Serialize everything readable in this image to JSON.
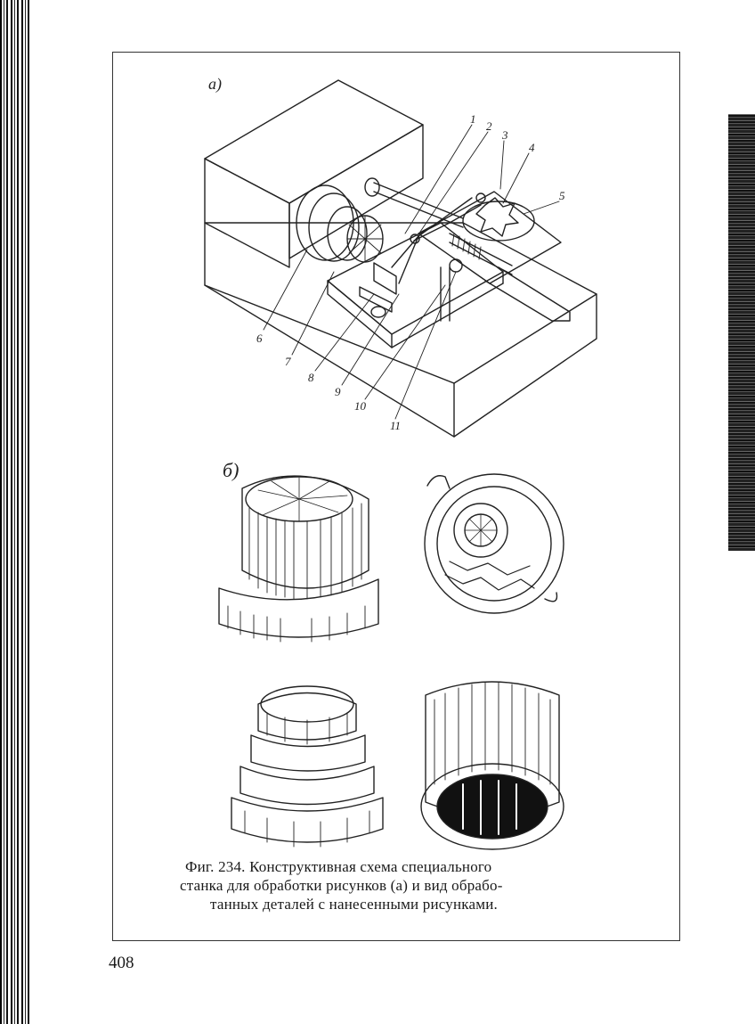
{
  "figure": {
    "part_a_label": "а)",
    "part_b_label": "б)",
    "callouts": [
      "1",
      "2",
      "3",
      "4",
      "5",
      "6",
      "7",
      "8",
      "9",
      "10",
      "11"
    ]
  },
  "caption": {
    "line1": "Фиг. 234. Конструктивная схема специального",
    "line2": "станка для обработки рисунков (а) и вид обрабо-",
    "line3": "танных деталей с нанесенными рисунками."
  },
  "page_number": "408"
}
